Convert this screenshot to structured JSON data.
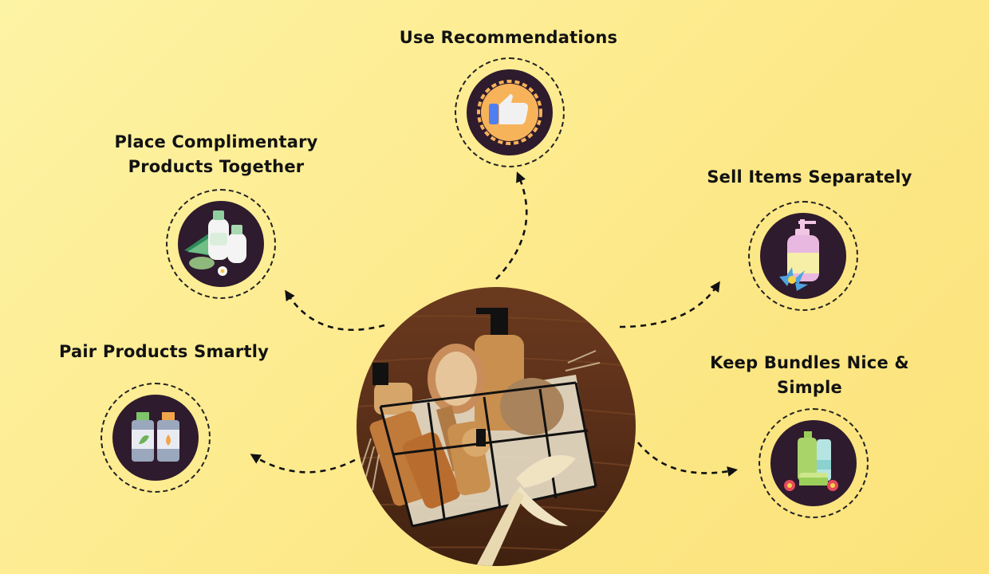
{
  "diagram": {
    "steps": [
      {
        "id": "use-recommendations",
        "label": "Use Recommendations",
        "icon": "thumbs-up-icon"
      },
      {
        "id": "place-complimentary",
        "label_line1": "Place Complimentary",
        "label_line2": "Products Together",
        "icon": "toiletries-icon"
      },
      {
        "id": "sell-separately",
        "label": "Sell Items Separately",
        "icon": "pump-bottle-icon"
      },
      {
        "id": "pair-smartly",
        "label": "Pair Products Smartly",
        "icon": "paired-bottles-icon"
      },
      {
        "id": "keep-bundles",
        "label_line1": "Keep Bundles Nice &",
        "label_line2": "Simple",
        "icon": "cosmetics-bundle-icon"
      }
    ],
    "center_image": "gift-basket-photo"
  },
  "colors": {
    "background": "#fdef96",
    "icon_disc": "#2e1b2d",
    "text": "#121212"
  }
}
